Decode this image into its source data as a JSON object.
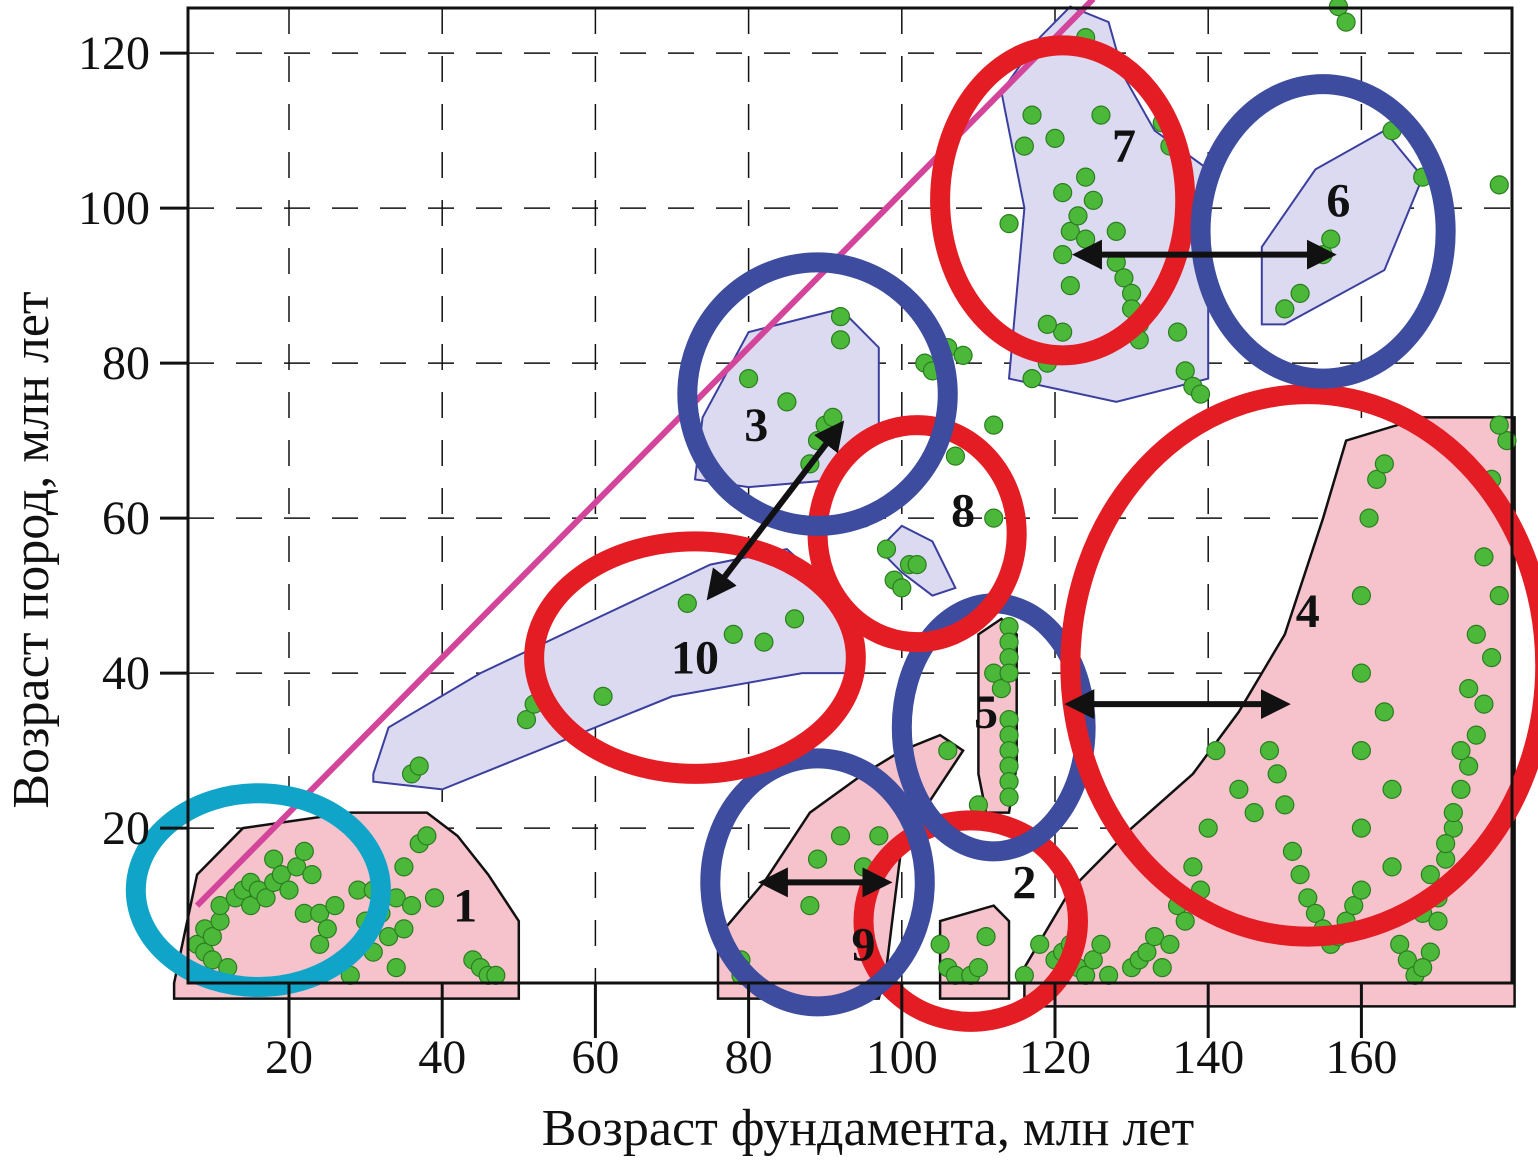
{
  "chart_data": {
    "type": "scatter",
    "xlabel": "Возраст фундамента, млн лет",
    "ylabel": "Возраст пород, млн лет",
    "xlim": [
      5,
      181
    ],
    "ylim": [
      -2,
      127
    ],
    "x_ticks": [
      20,
      40,
      60,
      80,
      100,
      120,
      140,
      160
    ],
    "y_ticks": [
      20,
      40,
      60,
      80,
      100,
      120
    ],
    "x_tick_labels": [
      "20",
      "40",
      "60",
      "80",
      "100",
      "120",
      "140",
      "160"
    ],
    "y_tick_labels": [
      "20",
      "40",
      "60",
      "80",
      "100",
      "120"
    ],
    "grid": true,
    "reference_line": {
      "color": "#d2459a",
      "points": [
        [
          8,
          10
        ],
        [
          125,
          127
        ]
      ]
    },
    "region_colors": {
      "pink": "#f6c3cd",
      "lavender": "#dcdaf0",
      "lavender_edge": "#3b3f9e",
      "pink_edge": "#111111"
    },
    "circle_colors": {
      "red": "#e41d24",
      "blue": "#3d4c9e",
      "cyan": "#10a5c8"
    },
    "point_color": "#4cb83a",
    "point_edge": "#2a7d1f",
    "regions": [
      {
        "label": "1",
        "fill": "pink",
        "label_at": [
          43,
          10
        ],
        "polygon": [
          [
            5,
            0
          ],
          [
            8,
            14
          ],
          [
            14,
            20
          ],
          [
            28,
            22
          ],
          [
            38,
            22
          ],
          [
            42,
            19
          ],
          [
            46,
            14
          ],
          [
            50,
            8
          ],
          [
            50,
            -2
          ],
          [
            28,
            -2
          ],
          [
            5,
            -2
          ]
        ]
      },
      {
        "label": "2",
        "fill": "pink",
        "label_at": [
          116,
          13
        ],
        "polygon": [
          [
            105,
            2
          ],
          [
            105,
            8
          ],
          [
            112,
            10
          ],
          [
            114,
            8
          ],
          [
            114,
            2
          ],
          [
            114,
            -2
          ],
          [
            105,
            -2
          ]
        ]
      },
      {
        "label": "9",
        "fill": "pink",
        "label_at": [
          95,
          5
        ],
        "polygon": [
          [
            76,
            -2
          ],
          [
            76,
            6
          ],
          [
            82,
            13
          ],
          [
            88,
            22
          ],
          [
            95,
            27
          ],
          [
            100,
            30
          ],
          [
            105,
            32
          ],
          [
            108,
            30
          ],
          [
            104,
            24
          ],
          [
            100,
            18
          ],
          [
            99,
            10
          ],
          [
            98,
            2
          ],
          [
            97,
            -2
          ]
        ]
      },
      {
        "label": "5",
        "fill": "pink",
        "label_at": [
          111,
          35
        ],
        "polygon": [
          [
            110,
            27
          ],
          [
            110,
            45
          ],
          [
            113,
            47
          ],
          [
            115,
            45
          ],
          [
            115,
            28
          ],
          [
            114,
            22
          ],
          [
            111,
            22
          ]
        ]
      },
      {
        "label": "4",
        "fill": "pink",
        "label_at": [
          153,
          48
        ],
        "polygon": [
          [
            116,
            -3
          ],
          [
            116,
            2
          ],
          [
            122,
            12
          ],
          [
            130,
            20
          ],
          [
            138,
            27
          ],
          [
            144,
            35
          ],
          [
            150,
            45
          ],
          [
            155,
            60
          ],
          [
            158,
            70
          ],
          [
            168,
            73
          ],
          [
            180,
            73
          ],
          [
            180,
            -3
          ]
        ]
      },
      {
        "label": "10",
        "fill": "lavender",
        "label_at": [
          73,
          42
        ],
        "polygon": [
          [
            31,
            27
          ],
          [
            33,
            33
          ],
          [
            45,
            40
          ],
          [
            60,
            47
          ],
          [
            75,
            54
          ],
          [
            85,
            56
          ],
          [
            94,
            48
          ],
          [
            93,
            40
          ],
          [
            87,
            40
          ],
          [
            70,
            37
          ],
          [
            55,
            31
          ],
          [
            40,
            25
          ],
          [
            31,
            26
          ]
        ]
      },
      {
        "label": "3",
        "fill": "lavender",
        "label_at": [
          81,
          72
        ],
        "polygon": [
          [
            73,
            65
          ],
          [
            74,
            73
          ],
          [
            80,
            84
          ],
          [
            92,
            87
          ],
          [
            97,
            82
          ],
          [
            97,
            72
          ],
          [
            92,
            65
          ],
          [
            80,
            64
          ]
        ]
      },
      {
        "label": "8",
        "fill": "lavender",
        "label_at": [
          108,
          61
        ],
        "polygon": [
          [
            97,
            56
          ],
          [
            100,
            59
          ],
          [
            104,
            57
          ],
          [
            107,
            51
          ],
          [
            104,
            50
          ],
          [
            100,
            53
          ]
        ]
      },
      {
        "label": "7",
        "fill": "lavender",
        "label_at": [
          129,
          108
        ],
        "polygon": [
          [
            113,
            115
          ],
          [
            118,
            122
          ],
          [
            122,
            126
          ],
          [
            127,
            124
          ],
          [
            129,
            117
          ],
          [
            133,
            110
          ],
          [
            140,
            105
          ],
          [
            140,
            78
          ],
          [
            128,
            75
          ],
          [
            114,
            78
          ],
          [
            116,
            100
          ],
          [
            113,
            115
          ]
        ]
      },
      {
        "label": "6",
        "fill": "lavender",
        "label_at": [
          157,
          101
        ],
        "polygon": [
          [
            147,
            85
          ],
          [
            147,
            95
          ],
          [
            154,
            105
          ],
          [
            163,
            110
          ],
          [
            168,
            104
          ],
          [
            163,
            92
          ],
          [
            150,
            85
          ]
        ]
      }
    ],
    "circles": [
      {
        "color": "cyan",
        "cx": 16,
        "cy": 12,
        "rx": 16,
        "ry": 12.5
      },
      {
        "color": "red",
        "cx": 109,
        "cy": 8,
        "rx": 14,
        "ry": 13
      },
      {
        "color": "blue",
        "cx": 89,
        "cy": 13,
        "rx": 14,
        "ry": 16
      },
      {
        "color": "blue",
        "cx": 112,
        "cy": 33,
        "rx": 12,
        "ry": 16
      },
      {
        "color": "red",
        "cx": 153,
        "cy": 41,
        "rx": 31,
        "ry": 35
      },
      {
        "color": "red",
        "cx": 73,
        "cy": 42,
        "rx": 21,
        "ry": 15
      },
      {
        "color": "red",
        "cx": 102,
        "cy": 58,
        "rx": 13,
        "ry": 14
      },
      {
        "color": "blue",
        "cx": 89,
        "cy": 76,
        "rx": 17,
        "ry": 17
      },
      {
        "color": "red",
        "cx": 121,
        "cy": 101,
        "rx": 16,
        "ry": 20
      },
      {
        "color": "blue",
        "cx": 155,
        "cy": 97,
        "rx": 16,
        "ry": 19
      }
    ],
    "arrows": [
      {
        "from": [
          92,
          72
        ],
        "to": [
          75,
          50
        ]
      },
      {
        "from": [
          122,
          36
        ],
        "to": [
          150,
          36
        ]
      },
      {
        "from": [
          82,
          13
        ],
        "to": [
          98,
          13
        ]
      },
      {
        "from": [
          123,
          94
        ],
        "to": [
          156,
          94
        ]
      }
    ],
    "points": [
      [
        8,
        5
      ],
      [
        9,
        4
      ],
      [
        9,
        7
      ],
      [
        10,
        3
      ],
      [
        10,
        6
      ],
      [
        11,
        8
      ],
      [
        11,
        10
      ],
      [
        12,
        2
      ],
      [
        13,
        11
      ],
      [
        14,
        12
      ],
      [
        15,
        10
      ],
      [
        15,
        13
      ],
      [
        16,
        12
      ],
      [
        17,
        11
      ],
      [
        18,
        13
      ],
      [
        18,
        16
      ],
      [
        19,
        14
      ],
      [
        20,
        12
      ],
      [
        21,
        15
      ],
      [
        22,
        17
      ],
      [
        22,
        9
      ],
      [
        23,
        14
      ],
      [
        24,
        5
      ],
      [
        24,
        9
      ],
      [
        25,
        7
      ],
      [
        26,
        10
      ],
      [
        27,
        3
      ],
      [
        28,
        1
      ],
      [
        29,
        12
      ],
      [
        30,
        8
      ],
      [
        31,
        4
      ],
      [
        31,
        12
      ],
      [
        32,
        9
      ],
      [
        33,
        6
      ],
      [
        34,
        2
      ],
      [
        34,
        11
      ],
      [
        35,
        7
      ],
      [
        35,
        15
      ],
      [
        36,
        10
      ],
      [
        37,
        18
      ],
      [
        38,
        19
      ],
      [
        39,
        11
      ],
      [
        44,
        3
      ],
      [
        45,
        2
      ],
      [
        46,
        1
      ],
      [
        47,
        1
      ],
      [
        36,
        27
      ],
      [
        37,
        28
      ],
      [
        51,
        34
      ],
      [
        52,
        36
      ],
      [
        61,
        37
      ],
      [
        72,
        49
      ],
      [
        78,
        45
      ],
      [
        82,
        44
      ],
      [
        86,
        47
      ],
      [
        94,
        46
      ],
      [
        80,
        78
      ],
      [
        85,
        75
      ],
      [
        88,
        67
      ],
      [
        89,
        70
      ],
      [
        90,
        72
      ],
      [
        91,
        73
      ],
      [
        92,
        83
      ],
      [
        92,
        86
      ],
      [
        95,
        60
      ],
      [
        98,
        56
      ],
      [
        99,
        52
      ],
      [
        100,
        51
      ],
      [
        101,
        54
      ],
      [
        102,
        54
      ],
      [
        103,
        80
      ],
      [
        104,
        79
      ],
      [
        106,
        82
      ],
      [
        107,
        68
      ],
      [
        108,
        81
      ],
      [
        112,
        60
      ],
      [
        112,
        72
      ],
      [
        106,
        30
      ],
      [
        110,
        23
      ],
      [
        112,
        40
      ],
      [
        113,
        38
      ],
      [
        114,
        46
      ],
      [
        114,
        44
      ],
      [
        114,
        42
      ],
      [
        114,
        40
      ],
      [
        114,
        34
      ],
      [
        114,
        32
      ],
      [
        114,
        30
      ],
      [
        114,
        28
      ],
      [
        114,
        26
      ],
      [
        114,
        24
      ],
      [
        79,
        3
      ],
      [
        79,
        2
      ],
      [
        79,
        1
      ],
      [
        88,
        10
      ],
      [
        89,
        16
      ],
      [
        92,
        19
      ],
      [
        95,
        15
      ],
      [
        97,
        19
      ],
      [
        105,
        5
      ],
      [
        106,
        2
      ],
      [
        107,
        1
      ],
      [
        109,
        1
      ],
      [
        110,
        2
      ],
      [
        111,
        6
      ],
      [
        116,
        1
      ],
      [
        118,
        5
      ],
      [
        120,
        3
      ],
      [
        121,
        4
      ],
      [
        122,
        5
      ],
      [
        123,
        2
      ],
      [
        124,
        1
      ],
      [
        125,
        3
      ],
      [
        126,
        5
      ],
      [
        127,
        1
      ],
      [
        130,
        2
      ],
      [
        131,
        3
      ],
      [
        132,
        4
      ],
      [
        133,
        6
      ],
      [
        134,
        2
      ],
      [
        135,
        5
      ],
      [
        136,
        10
      ],
      [
        137,
        8
      ],
      [
        138,
        15
      ],
      [
        139,
        12
      ],
      [
        140,
        20
      ],
      [
        141,
        30
      ],
      [
        144,
        25
      ],
      [
        146,
        22
      ],
      [
        148,
        30
      ],
      [
        149,
        27
      ],
      [
        150,
        23
      ],
      [
        151,
        17
      ],
      [
        152,
        14
      ],
      [
        153,
        11
      ],
      [
        154,
        9
      ],
      [
        155,
        7
      ],
      [
        156,
        5
      ],
      [
        157,
        6
      ],
      [
        158,
        8
      ],
      [
        159,
        10
      ],
      [
        160,
        12
      ],
      [
        160,
        20
      ],
      [
        160,
        30
      ],
      [
        160,
        40
      ],
      [
        160,
        50
      ],
      [
        161,
        60
      ],
      [
        162,
        65
      ],
      [
        163,
        67
      ],
      [
        163,
        35
      ],
      [
        164,
        25
      ],
      [
        164,
        15
      ],
      [
        165,
        5
      ],
      [
        166,
        3
      ],
      [
        167,
        1
      ],
      [
        168,
        9
      ],
      [
        169,
        14
      ],
      [
        170,
        11
      ],
      [
        171,
        16
      ],
      [
        172,
        20
      ],
      [
        173,
        25
      ],
      [
        174,
        28
      ],
      [
        175,
        32
      ],
      [
        176,
        36
      ],
      [
        177,
        42
      ],
      [
        178,
        50
      ],
      [
        179,
        60
      ],
      [
        179,
        70
      ],
      [
        178,
        72
      ],
      [
        177,
        65
      ],
      [
        176,
        55
      ],
      [
        175,
        45
      ],
      [
        174,
        38
      ],
      [
        173,
        30
      ],
      [
        172,
        22
      ],
      [
        171,
        18
      ],
      [
        170,
        8
      ],
      [
        169,
        4
      ],
      [
        168,
        2
      ],
      [
        120,
        109
      ],
      [
        121,
        102
      ],
      [
        122,
        97
      ],
      [
        121,
        94
      ],
      [
        122,
        90
      ],
      [
        123,
        99
      ],
      [
        124,
        104
      ],
      [
        124,
        96
      ],
      [
        125,
        101
      ],
      [
        126,
        112
      ],
      [
        121,
        84
      ],
      [
        119,
        85
      ],
      [
        120,
        81
      ],
      [
        114,
        98
      ],
      [
        116,
        108
      ],
      [
        117,
        112
      ],
      [
        128,
        97
      ],
      [
        128,
        93
      ],
      [
        129,
        91
      ],
      [
        130,
        89
      ],
      [
        130,
        87
      ],
      [
        131,
        85
      ],
      [
        131,
        83
      ],
      [
        134,
        111
      ],
      [
        135,
        108
      ],
      [
        136,
        84
      ],
      [
        137,
        79
      ],
      [
        138,
        77
      ],
      [
        139,
        76
      ],
      [
        117,
        78
      ],
      [
        119,
        80
      ],
      [
        124,
        122
      ],
      [
        150,
        87
      ],
      [
        152,
        89
      ],
      [
        155,
        94
      ],
      [
        156,
        96
      ],
      [
        164,
        110
      ],
      [
        168,
        104
      ],
      [
        157,
        126
      ],
      [
        158,
        124
      ],
      [
        178,
        103
      ]
    ]
  }
}
